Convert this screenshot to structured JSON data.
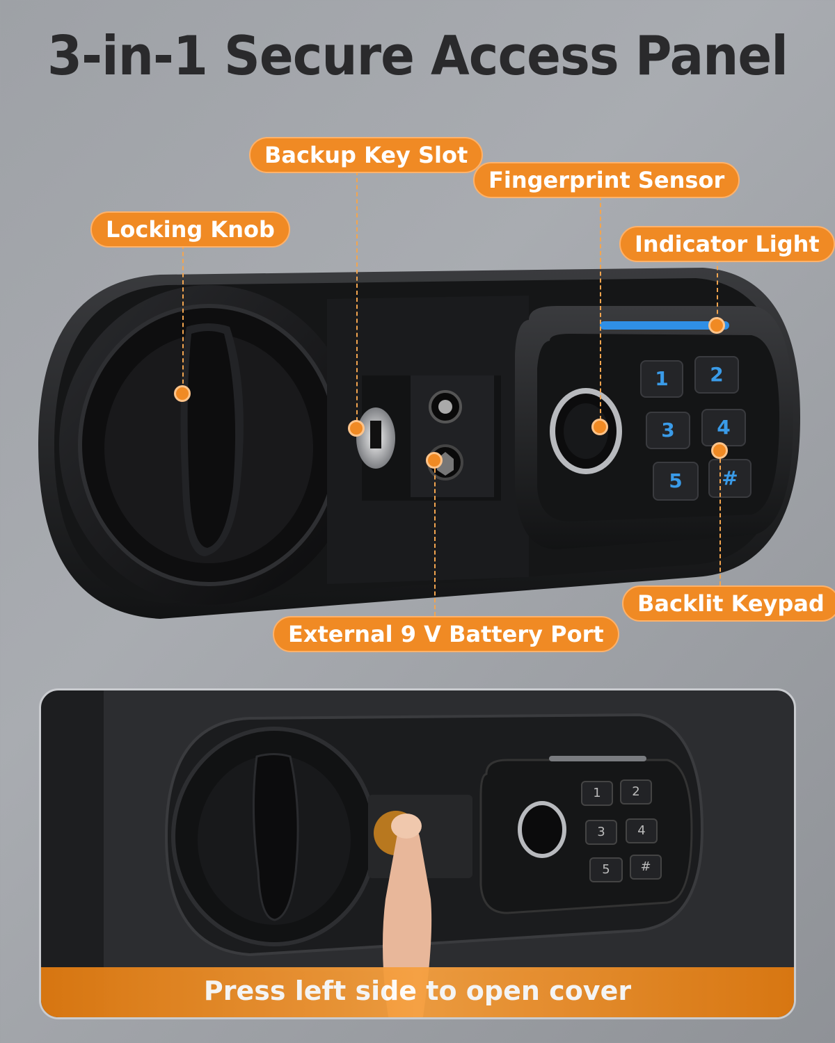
{
  "title": "3-in-1 Secure Access Panel",
  "callouts": {
    "backup_key_slot": "Backup Key Slot",
    "fingerprint_sensor": "Fingerprint Sensor",
    "locking_knob": "Locking Knob",
    "indicator_light": "Indicator Light",
    "backlit_keypad": "Backlit Keypad",
    "battery_port": "External 9 V Battery Port"
  },
  "keypad": {
    "keys": [
      "1",
      "2",
      "3",
      "4",
      "5",
      "#"
    ]
  },
  "banner": {
    "text": "Press left side to open cover"
  },
  "colors": {
    "accent": "#f08a24",
    "key_digit": "#3a9be8",
    "indicator": "#2f8fe6"
  }
}
